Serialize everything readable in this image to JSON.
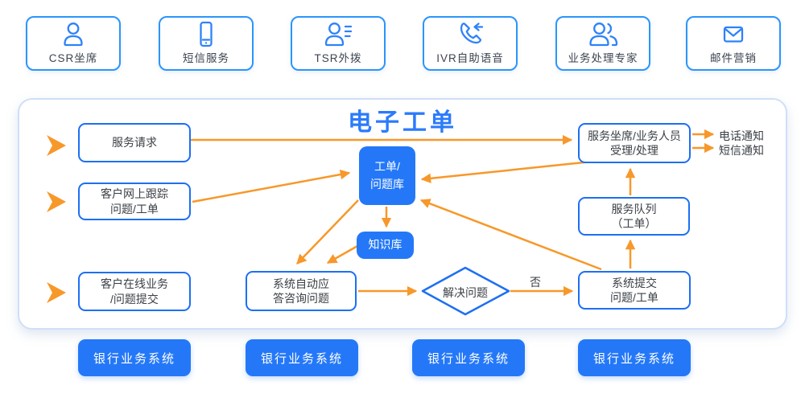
{
  "colors": {
    "accent_blue": "#2478f8",
    "node_border_blue": "#1d6ff2",
    "top_border_blue": "#2b95fb",
    "panel_border": "#cfdff8",
    "orange": "#f7982a",
    "title_blue": "#2b7bfb",
    "text_dark": "#3b4046"
  },
  "top_row": [
    {
      "label": "CSR坐席",
      "icon": "person-icon"
    },
    {
      "label": "短信服务",
      "icon": "mobile-phone-icon"
    },
    {
      "label": "TSR外拨",
      "icon": "person-list-icon"
    },
    {
      "label": "IVR自助语音",
      "icon": "phone-incoming-call-icon"
    },
    {
      "label": "业务处理专家",
      "icon": "people-icon"
    },
    {
      "label": "邮件营销",
      "icon": "mail-icon"
    }
  ],
  "panel": {
    "title": "电子工单",
    "nodes": {
      "service_request": "服务请求",
      "customer_track": "客户网上跟踪\n问题/工单",
      "customer_online": "客户在线业务\n/问题提交",
      "auto_answer": "系统自动应\n答咨询问题",
      "ticket_db": "工单/\n问题库",
      "knowledge_db": "知识库",
      "decision": "解决问题",
      "decision_no": "否",
      "system_submit": "系统提交\n问题/工单",
      "agent_handle": "服务坐席/业务人员\n受理/处理",
      "service_queue": "服务队列\n（工单）",
      "notify_phone": "电话通知",
      "notify_sms": "短信通知"
    }
  },
  "bottom_row": [
    {
      "label": "银行业务系统"
    },
    {
      "label": "银行业务系统"
    },
    {
      "label": "银行业务系统"
    },
    {
      "label": "银行业务系统"
    }
  ]
}
